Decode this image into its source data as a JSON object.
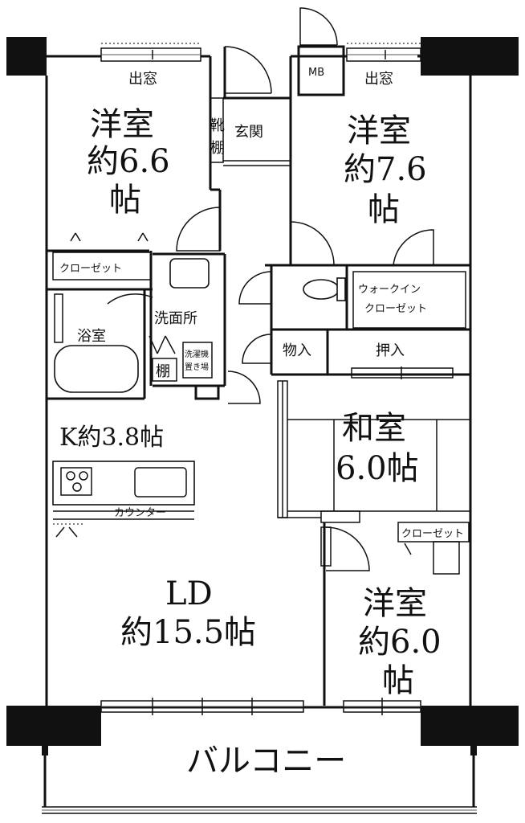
{
  "rooms": {
    "western_room_nw": {
      "name": "洋室",
      "size": "約6.6",
      "unit": "帖"
    },
    "western_room_ne": {
      "name": "洋室",
      "size": "約7.6",
      "unit": "帖"
    },
    "western_room_se": {
      "name": "洋室",
      "size": "約6.0",
      "unit": "帖"
    },
    "japanese_room": {
      "name": "和室",
      "size": "6.0帖"
    },
    "kitchen": {
      "label": "K約3.8帖"
    },
    "living_dining": {
      "name": "LD",
      "size": "約15.5帖"
    }
  },
  "labels": {
    "bay_window_left": "出窓",
    "bay_window_right": "出窓",
    "entrance": "玄関",
    "shoe_cabinet_1": "靴",
    "shoe_cabinet_2": "棚",
    "meter_box": "MB",
    "closet_nw": "クローゼット",
    "walk_in_closet_1": "ウォークイン",
    "walk_in_closet_2": "クローゼット",
    "bathroom": "浴室",
    "washroom": "洗面所",
    "shelf": "棚",
    "washer_space_1": "洗濯機",
    "washer_space_2": "置き場",
    "storage": "物入",
    "oshiire": "押入",
    "counter": "カウンター",
    "closet_se": "クローゼット",
    "balcony": "バルコニー"
  }
}
